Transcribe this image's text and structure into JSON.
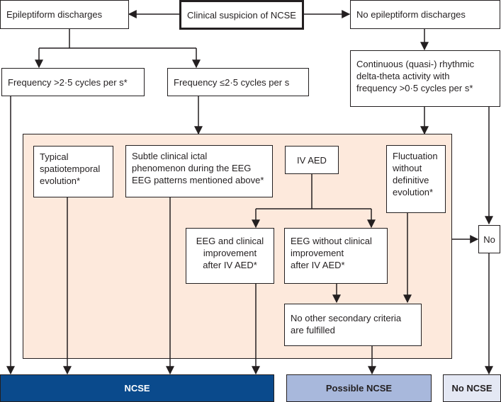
{
  "colors": {
    "panel": "#fde9dc",
    "ncse": "#0a4a8c",
    "possible": "#a8b8dc",
    "no_ncse": "#e4e8f4",
    "line": "#231f20"
  },
  "nodes": {
    "clinical_suspicion": "Clinical suspicion of NCSE",
    "epileptiform": "Epileptiform discharges",
    "no_epileptiform": "No epileptiform discharges",
    "freq_high": "Frequency >2·5 cycles per s*",
    "freq_low": "Frequency ≤2·5 cycles per s",
    "continuous": [
      "Continuous (quasi-) rhythmic",
      "delta-theta activity with",
      "frequency >0·5 cycles per s*"
    ],
    "typical": [
      "Typical",
      "spatiotemporal",
      "evolution*"
    ],
    "subtle": [
      "Subtle clinical ictal",
      "phenomenon during the EEG",
      "EEG patterns mentioned above*"
    ],
    "iv_aed": "IV AED",
    "fluctuation": [
      "Fluctuation",
      "without",
      "definitive",
      "evolution*"
    ],
    "eeg_clinical": [
      "EEG and clinical",
      "improvement",
      "after IV AED*"
    ],
    "eeg_without": [
      "EEG without clinical",
      "improvement",
      "after IV AED*"
    ],
    "no": "No",
    "no_other": [
      "No other secondary criteria",
      "are fulfilled"
    ]
  },
  "outcomes": {
    "ncse": "NCSE",
    "possible": "Possible NCSE",
    "no_ncse": "No NCSE"
  }
}
